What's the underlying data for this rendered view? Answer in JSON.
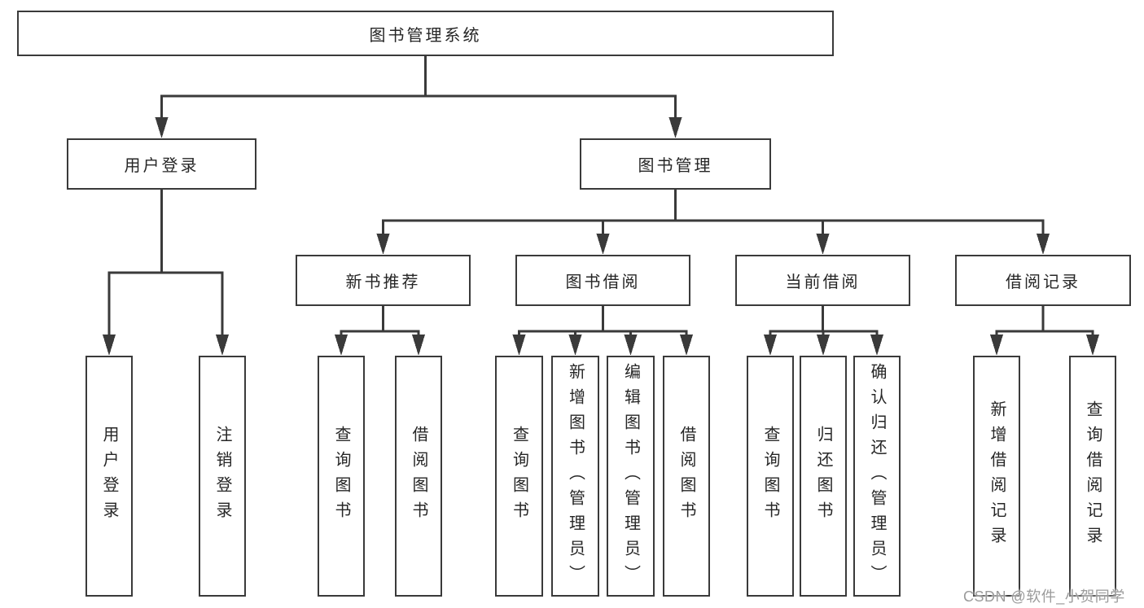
{
  "diagram": {
    "nodes": [
      {
        "id": "root",
        "label": "图书管理系统",
        "parent": null
      },
      {
        "id": "user-login",
        "label": "用户登录",
        "parent": "root"
      },
      {
        "id": "book-mgmt",
        "label": "图书管理",
        "parent": "root"
      },
      {
        "id": "new-book-rec",
        "label": "新书推荐",
        "parent": "book-mgmt"
      },
      {
        "id": "book-borrow",
        "label": "图书借阅",
        "parent": "book-mgmt"
      },
      {
        "id": "current-borrow",
        "label": "当前借阅",
        "parent": "book-mgmt"
      },
      {
        "id": "borrow-record",
        "label": "借阅记录",
        "parent": "book-mgmt"
      },
      {
        "id": "user-login-leaf",
        "label": "用户登录",
        "parent": "user-login"
      },
      {
        "id": "logout",
        "label": "注销登录",
        "parent": "user-login"
      },
      {
        "id": "query-book-1",
        "label": "查询图书",
        "parent": "new-book-rec"
      },
      {
        "id": "borrow-book-1",
        "label": "借阅图书",
        "parent": "new-book-rec"
      },
      {
        "id": "query-book-2",
        "label": "查询图书",
        "parent": "book-borrow"
      },
      {
        "id": "add-book",
        "label": "新增图书（管理员）",
        "parent": "book-borrow"
      },
      {
        "id": "edit-book",
        "label": "编辑图书（管理员）",
        "parent": "book-borrow"
      },
      {
        "id": "borrow-book-2",
        "label": "借阅图书",
        "parent": "book-borrow"
      },
      {
        "id": "query-book-3",
        "label": "查询图书",
        "parent": "current-borrow"
      },
      {
        "id": "return-book",
        "label": "归还图书",
        "parent": "current-borrow"
      },
      {
        "id": "confirm-return",
        "label": "确认归还（管理员）",
        "parent": "current-borrow"
      },
      {
        "id": "add-borrow-record",
        "label": "新增借阅记录",
        "parent": "borrow-record"
      },
      {
        "id": "query-borrow-record",
        "label": "查询借阅记录",
        "parent": "borrow-record"
      }
    ],
    "line_color": "#3a3a3a"
  },
  "watermark": {
    "text": "CSDN @软件_小贺同学"
  }
}
